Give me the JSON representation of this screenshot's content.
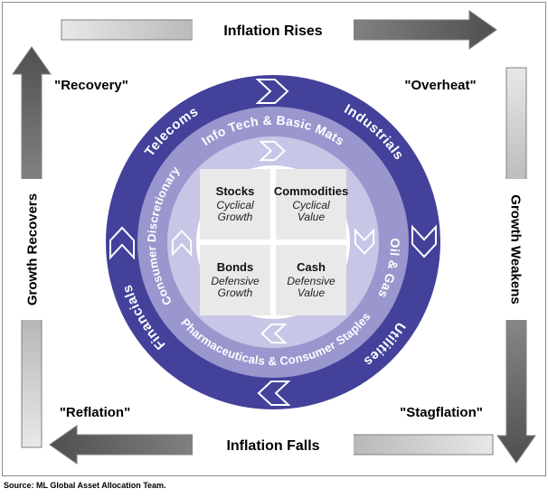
{
  "figure": {
    "corners": {
      "top_left": "\"Recovery\"",
      "top_right": "\"Overheat\"",
      "bottom_left": "\"Reflation\"",
      "bottom_right": "\"Stagflation\""
    },
    "arrows": {
      "top": "Inflation Rises",
      "right": "Growth Weakens",
      "bottom": "Inflation Falls",
      "left": "Growth Recovers"
    },
    "outer_ring": {
      "top_left": "Telecoms",
      "top_right": "Industrials",
      "bottom_right": "Utilities",
      "left": "Financials"
    },
    "middle_ring": {
      "top": "Info Tech & Basic Mats",
      "right": "Oil & Gas",
      "bottom": "Pharmaceuticals & Consumer Staples",
      "left": "Consumer Discretionary"
    },
    "quadrants": {
      "top_left": {
        "asset": "Stocks",
        "style_line1": "Cyclical",
        "style_line2": "Growth"
      },
      "top_right": {
        "asset": "Commodities",
        "style_line1": "Cyclical",
        "style_line2": "Value"
      },
      "bottom_left": {
        "asset": "Bonds",
        "style_line1": "Defensive",
        "style_line2": "Growth"
      },
      "bottom_right": {
        "asset": "Cash",
        "style_line1": "Defensive",
        "style_line2": "Value"
      }
    },
    "source": "Source: ML Global Asset Allocation Team.",
    "colors": {
      "outer_ring": "#44419B",
      "middle_ring": "#9A96CE",
      "inner_ring": "#C8C6E6",
      "quadrant_bg": "#E9E9E9"
    }
  }
}
